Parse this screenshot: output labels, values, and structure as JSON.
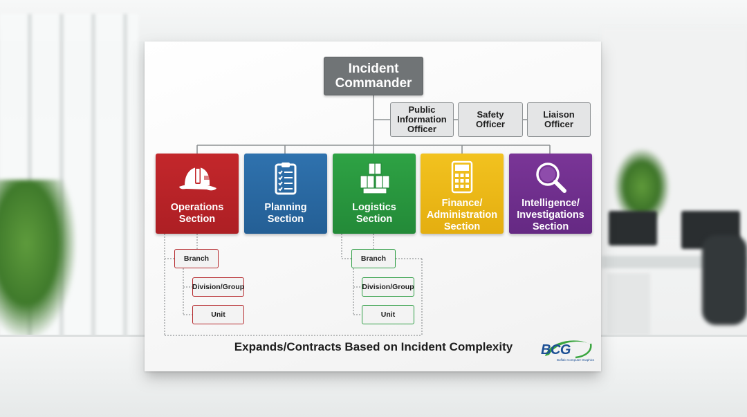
{
  "incident_commander": {
    "label": "Incident\nCommander"
  },
  "command_staff": [
    {
      "label": "Public\nInformation\nOfficer"
    },
    {
      "label": "Safety\nOfficer"
    },
    {
      "label": "Liaison\nOfficer"
    }
  ],
  "sections": [
    {
      "label": "Operations\nSection",
      "icon": "firefighter-helmet-icon",
      "color": "#c3272b"
    },
    {
      "label": "Planning\nSection",
      "icon": "clipboard-checklist-icon",
      "color": "#2f72ae"
    },
    {
      "label": "Logistics\nSection",
      "icon": "boxes-icon",
      "color": "#2ea244"
    },
    {
      "label": "Finance/\nAdministration\nSection",
      "icon": "calculator-icon",
      "color": "#f2c21f"
    },
    {
      "label": "Intelligence/\nInvestigations\nSection",
      "icon": "magnifier-icon",
      "color": "#7a3597"
    }
  ],
  "operations_sub": {
    "branch": "Branch",
    "division": "Division/Group",
    "unit": "Unit"
  },
  "logistics_sub": {
    "branch": "Branch",
    "division": "Division/Group",
    "unit": "Unit"
  },
  "caption": "Expands/Contracts Based on Incident Complexity",
  "logo": {
    "mark": "BCG",
    "tagline": "Buffalo Computer Graphics"
  }
}
